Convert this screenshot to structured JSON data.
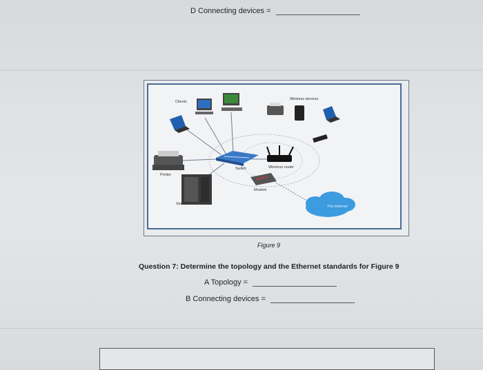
{
  "top_item": {
    "label": "D Connecting devices ="
  },
  "figure": {
    "caption": "Figure 9",
    "labels": {
      "clients": "Clients",
      "wireless_devices": "Wireless devices",
      "printer": "Printer",
      "server": "Server",
      "switch": "Switch",
      "wireless_router": "Wireless router",
      "modem": "Modem",
      "internet": "The internet"
    }
  },
  "question": {
    "text": "Question 7: Determine the topology and the Ethernet standards for Figure 9",
    "items": [
      {
        "label": "A Topology ="
      },
      {
        "label": "B Connecting devices ="
      }
    ]
  },
  "colors": {
    "frame": "#4a6a92",
    "cloud": "#3d9be0",
    "switch": "#3a78c8"
  }
}
